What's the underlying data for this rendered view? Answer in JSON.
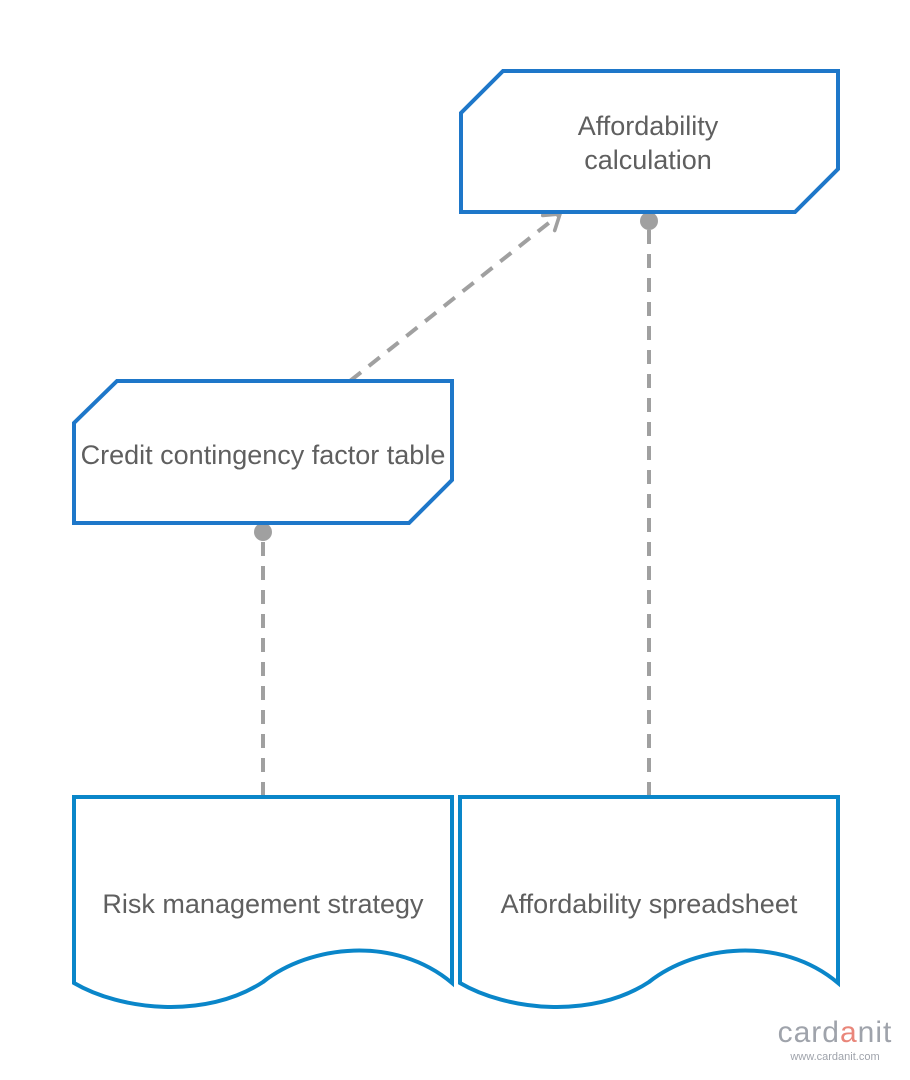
{
  "nodes": {
    "affordability_calculation": {
      "line1": "Affordability",
      "line2": "calculation"
    },
    "credit_table": {
      "label": "Credit contingency factor table"
    },
    "risk_strategy": {
      "label": "Risk management strategy"
    },
    "affordability_spreadsheet": {
      "label": "Affordability spreadsheet"
    }
  },
  "watermark": {
    "logo_pre": "card",
    "logo_accent": "a",
    "logo_post": "nit",
    "url": "www.cardanit.com"
  },
  "colors": {
    "node_border": "#1e77c9",
    "document_border": "#0a86c9",
    "connector": "#a0a0a0",
    "text": "#5f5f5f"
  }
}
